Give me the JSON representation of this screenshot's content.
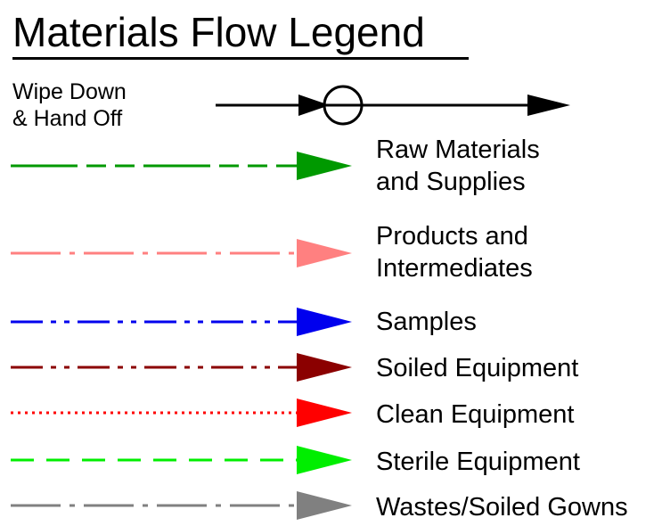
{
  "title": "Materials Flow Legend",
  "wipe_down": {
    "line1": "Wipe Down",
    "line2": "& Hand Off"
  },
  "entries": [
    {
      "line1": "Raw Materials",
      "line2": "and Supplies",
      "color": "#009900",
      "pattern": "long-short-short"
    },
    {
      "line1": "Products and",
      "line2": "Intermediates",
      "color": "#ff8080",
      "pattern": "long-dot"
    },
    {
      "line1": "Samples",
      "line2": "",
      "color": "#0000ee",
      "pattern": "long-dot-dot"
    },
    {
      "line1": "Soiled Equipment",
      "line2": "",
      "color": "#8b0000",
      "pattern": "long-dot-dot"
    },
    {
      "line1": "Clean Equipment",
      "line2": "",
      "color": "#ff0000",
      "pattern": "dotted"
    },
    {
      "line1": "Sterile Equipment",
      "line2": "",
      "color": "#00ee00",
      "pattern": "dashed"
    },
    {
      "line1": "Wastes/Soiled Gowns",
      "line2": "",
      "color": "#808080",
      "pattern": "long-dot"
    }
  ]
}
